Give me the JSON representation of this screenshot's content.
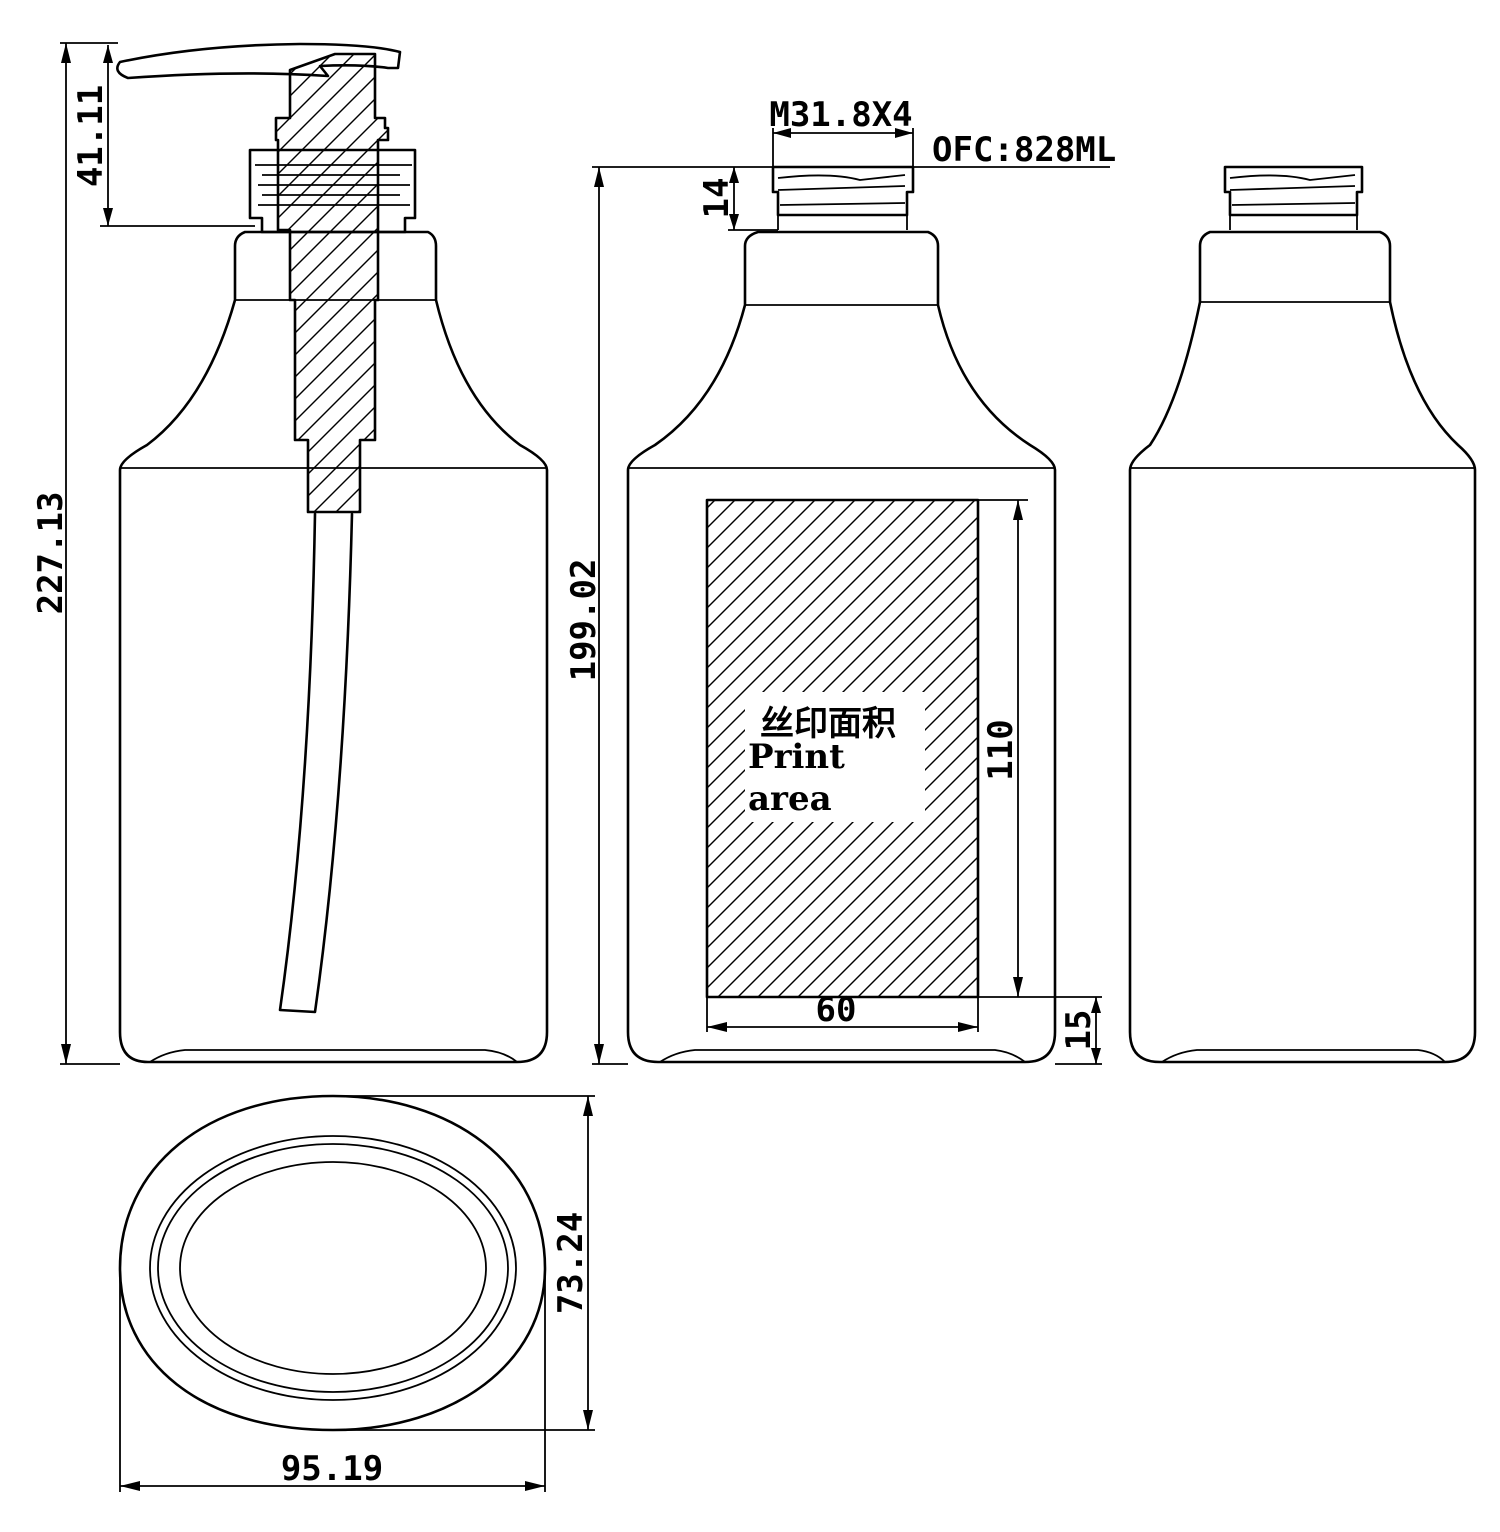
{
  "labels": {
    "thread": "M31.8X4",
    "ofc": "OFC:828ML",
    "print_area_cn": "丝印面积",
    "print_area_en_1": "Print",
    "print_area_en_2": "area"
  },
  "dimensions": {
    "pump_height": "41.11",
    "total_height": "227.13",
    "neck_height": "14",
    "bottle_height": "199.02",
    "print_height": "110",
    "print_width": "60",
    "print_offset": "15",
    "base_depth": "73.24",
    "base_width": "95.19"
  },
  "colors": {
    "line": "#000000",
    "background": "#ffffff"
  }
}
